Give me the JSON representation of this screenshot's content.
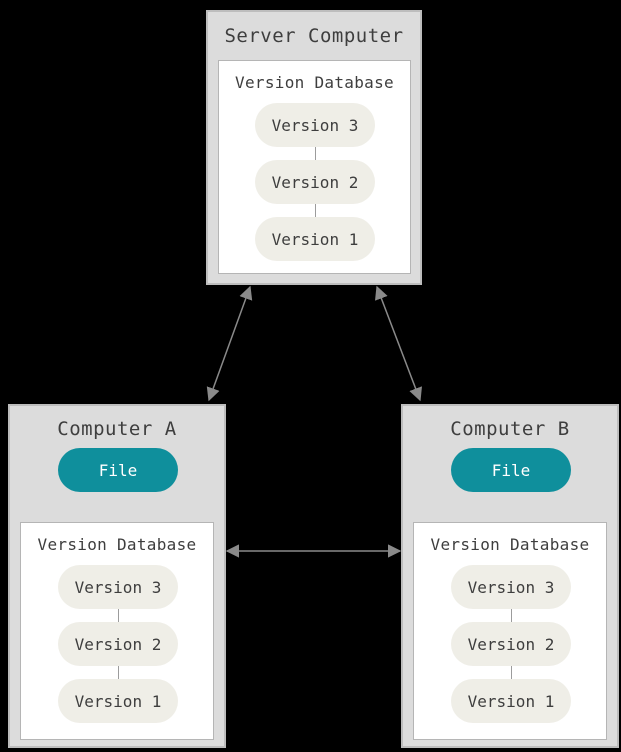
{
  "server": {
    "title": "Server Computer",
    "db_title": "Version Database",
    "versions": [
      "Version 3",
      "Version 2",
      "Version 1"
    ]
  },
  "computer_a": {
    "title": "Computer A",
    "file_label": "File",
    "db_title": "Version Database",
    "versions": [
      "Version 3",
      "Version 2",
      "Version 1"
    ]
  },
  "computer_b": {
    "title": "Computer B",
    "file_label": "File",
    "db_title": "Version Database",
    "versions": [
      "Version 3",
      "Version 2",
      "Version 1"
    ]
  },
  "colors": {
    "background": "#000000",
    "box_fill": "#dcdcdc",
    "file_pill": "#0f8f9c",
    "version_pill": "#efeee7",
    "arrow": "#9c9c9c"
  }
}
